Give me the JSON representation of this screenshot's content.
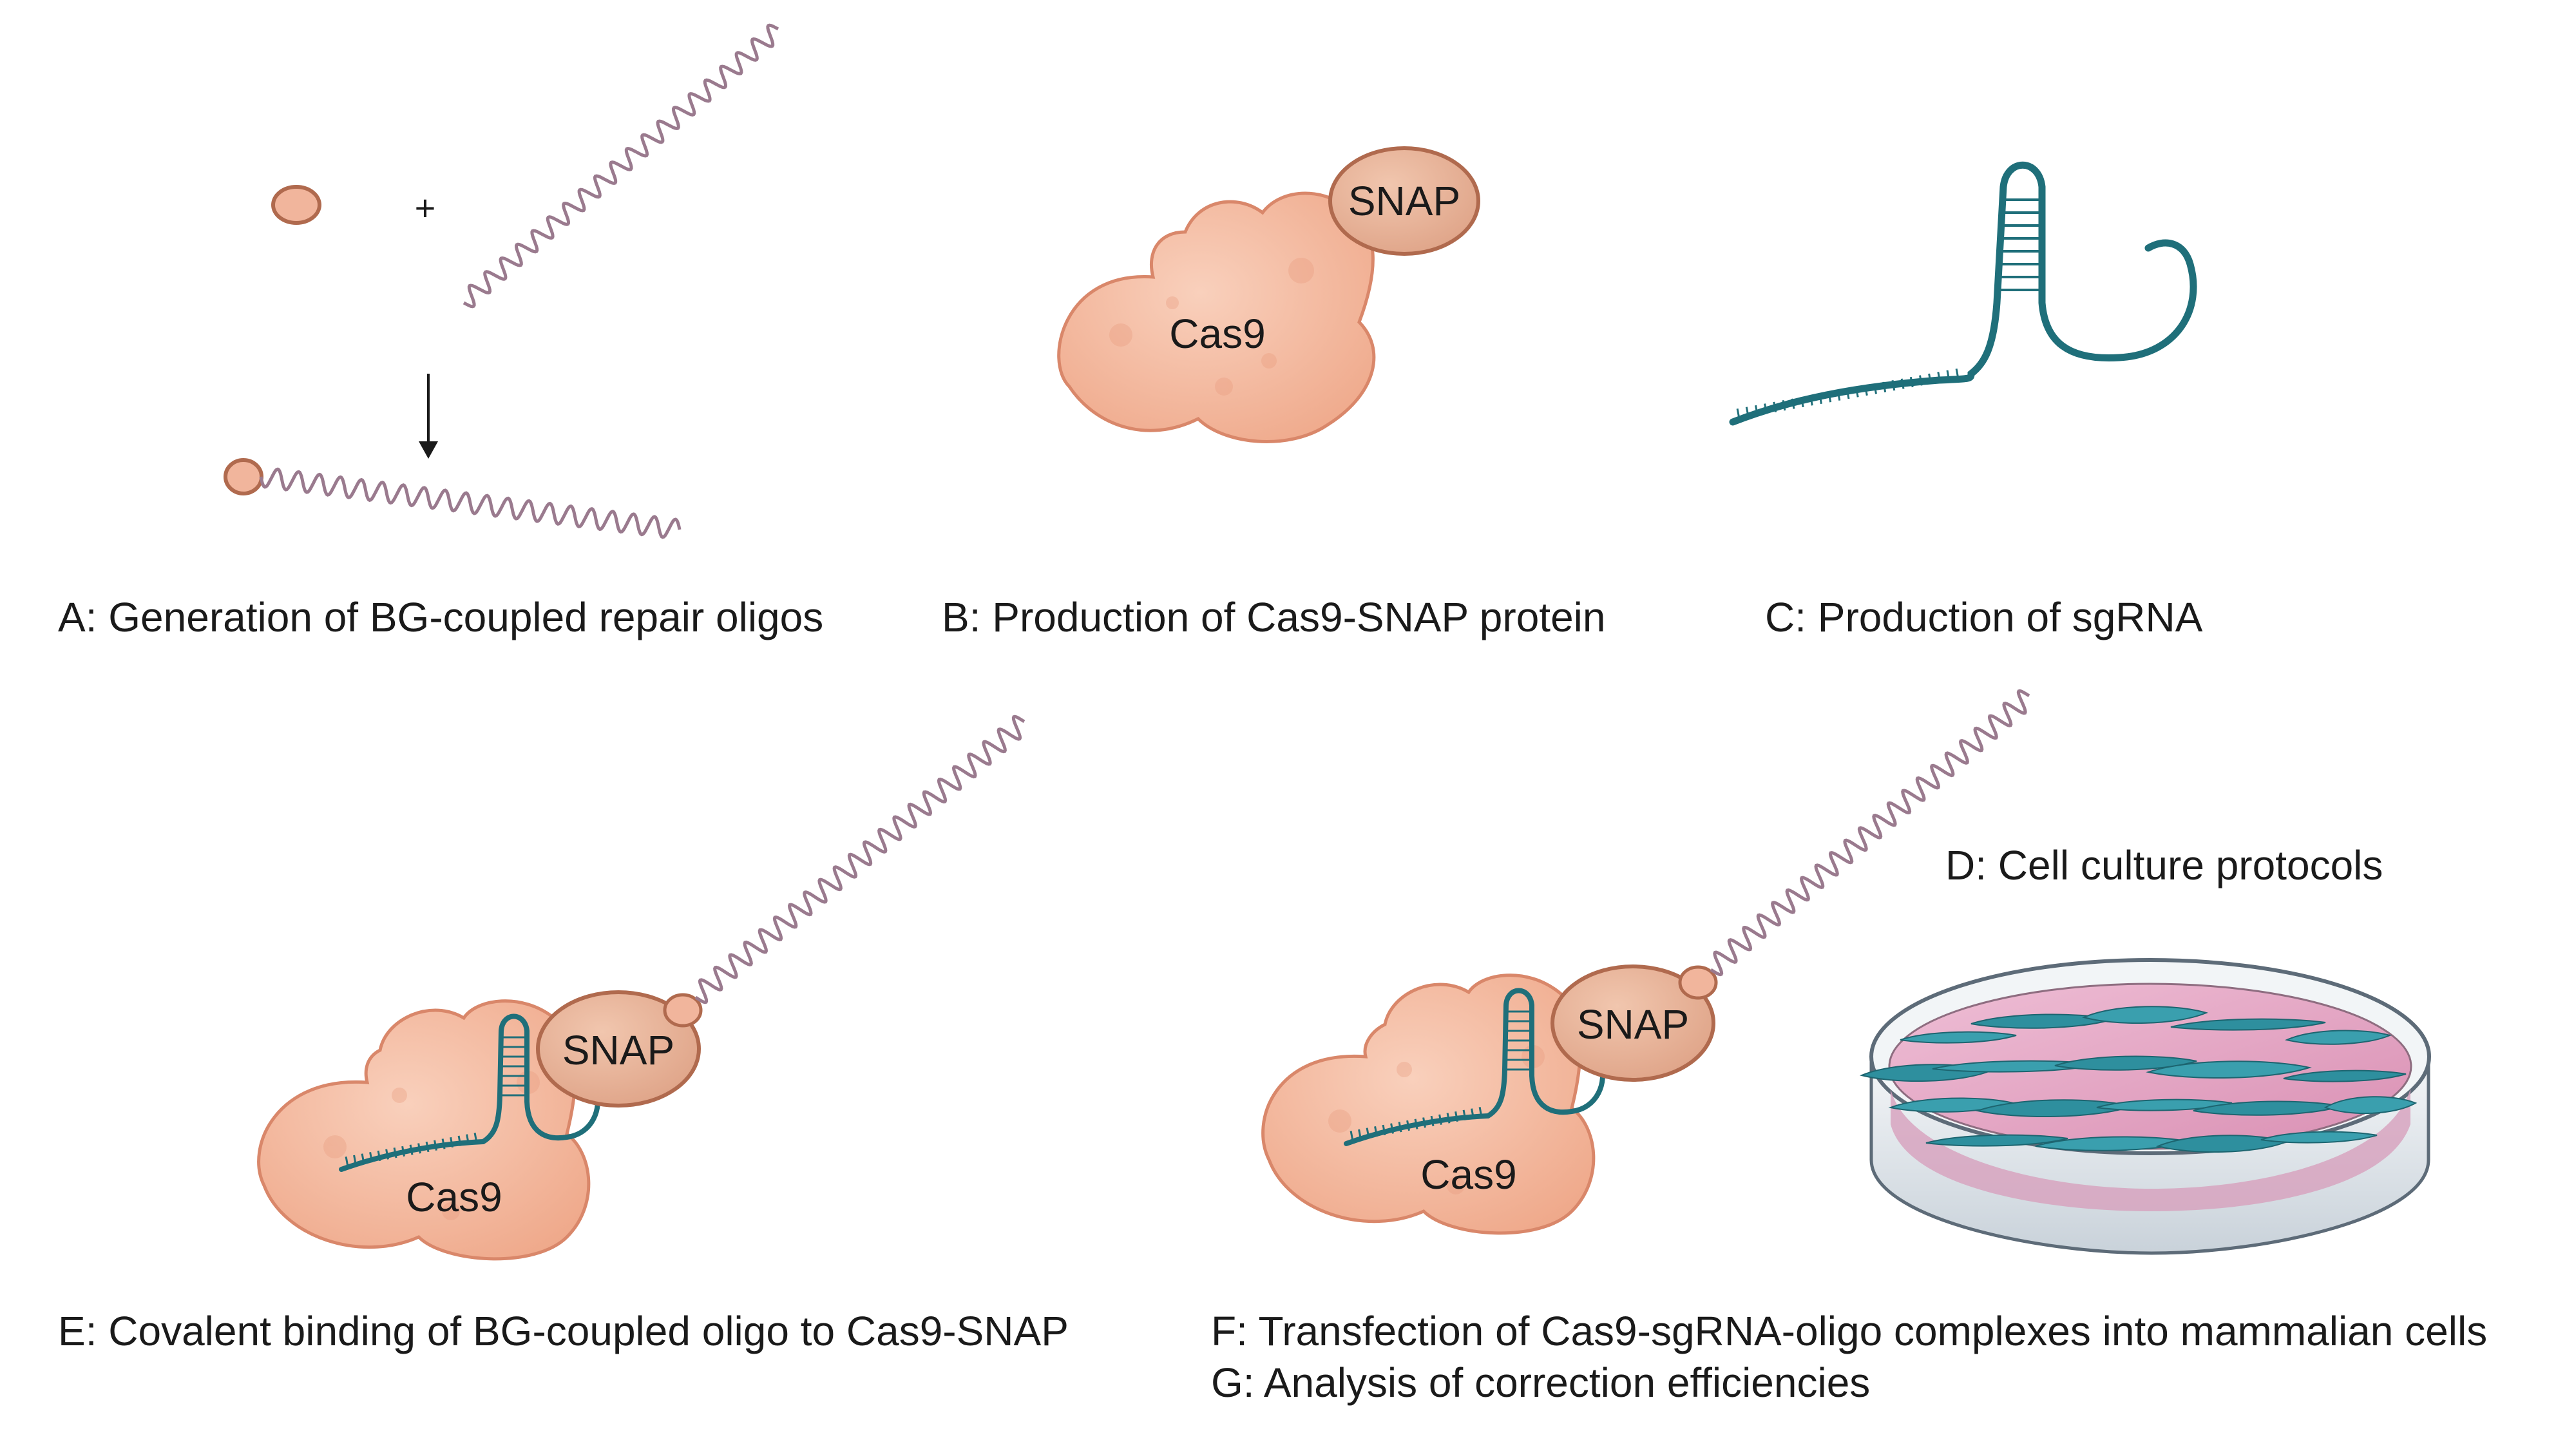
{
  "panels": {
    "a": {
      "caption": "A: Generation of BG-coupled repair oligos",
      "plus": "+"
    },
    "b": {
      "caption": "B: Production of Cas9-SNAP protein",
      "cas9": "Cas9",
      "snap": "SNAP"
    },
    "c": {
      "caption": "C: Production of sgRNA"
    },
    "d": {
      "caption": "D: Cell culture protocols"
    },
    "e": {
      "caption": "E: Covalent binding of BG-coupled oligo to Cas9-SNAP",
      "cas9": "Cas9",
      "snap": "SNAP"
    },
    "f": {
      "caption": "F: Transfection of Cas9-sgRNA-oligo complexes into mammalian cells",
      "cas9": "Cas9",
      "snap": "SNAP"
    },
    "g": {
      "caption": "G: Analysis of correction efficiencies"
    }
  },
  "icons": [
    "bg-bead-icon",
    "repair-oligo-icon",
    "cas9-protein-icon",
    "snap-tag-icon",
    "sgrna-icon",
    "petri-dish-icon",
    "down-arrow-icon"
  ],
  "colors": {
    "protein_fill": "#f4b9a0",
    "protein_outline": "#d9876a",
    "snap_fill": "#e8b49a",
    "snap_outline": "#b06a4e",
    "sgrna": "#1f6f7a",
    "oligo": "#9a7a8e",
    "dish_medium": "#e7a9c6",
    "cells": "#2e8f9e"
  }
}
